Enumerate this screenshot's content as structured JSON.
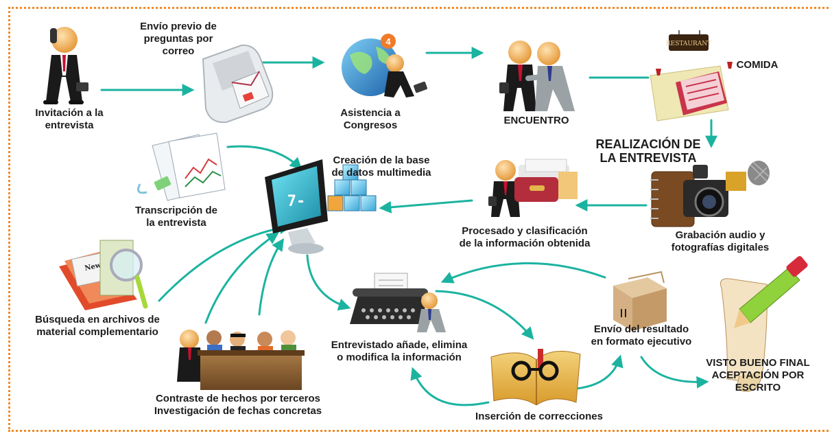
{
  "colors": {
    "arrow": "#1bb3a0",
    "border": "#f08a24",
    "text": "#1c1c1c"
  },
  "steps": {
    "invitacion": [
      "Invitación a la",
      "entrevista"
    ],
    "envio_previo": [
      "Envío previo de",
      "preguntas por",
      "correo"
    ],
    "asistencia": [
      "Asistencia a",
      "Congresos"
    ],
    "encuentro": [
      "ENCUENTRO"
    ],
    "comida": [
      "COMIDA"
    ],
    "realizacion": [
      "REALIZACIÓN DE",
      "LA ENTREVISTA"
    ],
    "grabacion": [
      "Grabación audio y",
      "fotografías digitales"
    ],
    "procesado": [
      "Procesado y clasificación",
      "de la información obtenida"
    ],
    "creacion": [
      "Creación de la base",
      "de datos multimedia"
    ],
    "transcripcion": [
      "Transcripción de",
      "la entrevista"
    ],
    "busqueda": [
      "Búsqueda en archivos de",
      "material complementario"
    ],
    "contraste": [
      "Contraste de hechos por terceros",
      "Investigación de fechas concretas"
    ],
    "entrevistado": [
      "Entrevistado añade, elimina",
      "o modifica la información"
    ],
    "insercion": [
      "Inserción de correcciones"
    ],
    "envio_resultado": [
      "Envío del resultado",
      "en formato ejecutivo"
    ],
    "visto_bueno": [
      "VISTO BUENO FINAL",
      "ACEPTACIÓN POR",
      "ESCRITO"
    ]
  },
  "icons": {
    "restaurant_sign": "RESTAURANT",
    "newspaper": "News",
    "phone_badge": "4",
    "terminal_prompt": "7-"
  }
}
